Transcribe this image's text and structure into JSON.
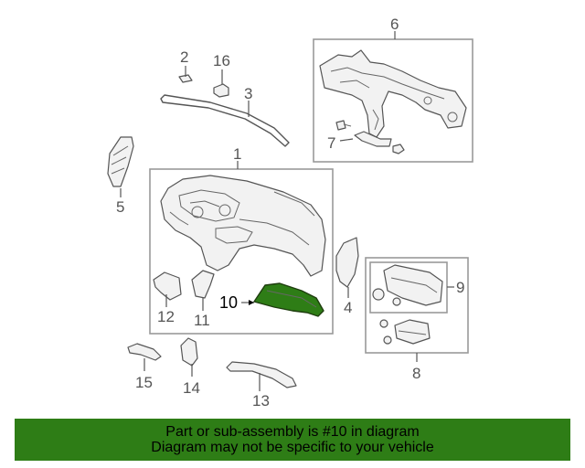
{
  "diagram": {
    "callouts": [
      {
        "id": "1",
        "label": "1"
      },
      {
        "id": "2",
        "label": "2"
      },
      {
        "id": "3",
        "label": "3"
      },
      {
        "id": "4",
        "label": "4"
      },
      {
        "id": "5",
        "label": "5"
      },
      {
        "id": "6",
        "label": "6"
      },
      {
        "id": "7",
        "label": "7"
      },
      {
        "id": "8",
        "label": "8"
      },
      {
        "id": "9",
        "label": "9"
      },
      {
        "id": "10",
        "label": "10"
      },
      {
        "id": "11",
        "label": "11"
      },
      {
        "id": "12",
        "label": "12"
      },
      {
        "id": "13",
        "label": "13"
      },
      {
        "id": "14",
        "label": "14"
      },
      {
        "id": "15",
        "label": "15"
      },
      {
        "id": "16",
        "label": "16"
      }
    ],
    "highlight_color": "#2e7d16"
  },
  "footer": {
    "line1": "Part or sub-assembly is #10 in diagram",
    "line2": "Diagram may not be specific to your vehicle",
    "background_color": "#2e7d16"
  }
}
